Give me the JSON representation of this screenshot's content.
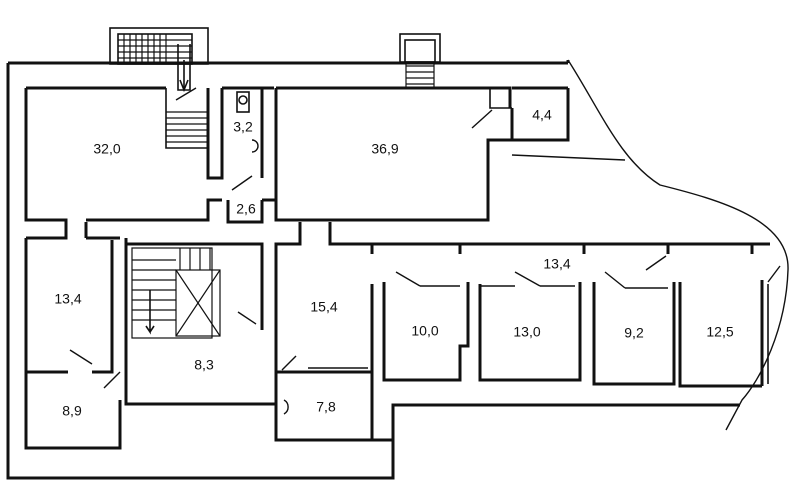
{
  "rooms": [
    {
      "id": "r1",
      "area": "32,0"
    },
    {
      "id": "r2",
      "area": "3,2"
    },
    {
      "id": "r3",
      "area": "36,9"
    },
    {
      "id": "r4",
      "area": "4,4"
    },
    {
      "id": "r5",
      "area": "2,6"
    },
    {
      "id": "r6",
      "area": "13,4"
    },
    {
      "id": "r7",
      "area": "13,4"
    },
    {
      "id": "r8",
      "area": "15,4"
    },
    {
      "id": "r9",
      "area": "10,0"
    },
    {
      "id": "r10",
      "area": "13,0"
    },
    {
      "id": "r11",
      "area": "9,2"
    },
    {
      "id": "r12",
      "area": "12,5"
    },
    {
      "id": "r13",
      "area": "8,3"
    },
    {
      "id": "r14",
      "area": "8,9"
    },
    {
      "id": "r15",
      "area": "7,8"
    }
  ]
}
